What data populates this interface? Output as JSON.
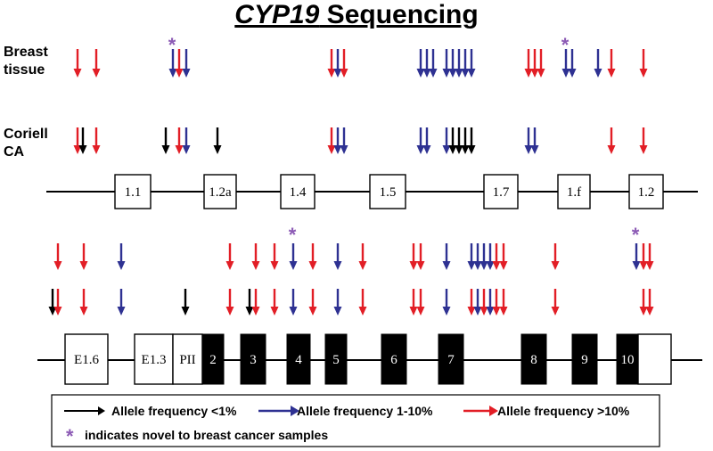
{
  "title": {
    "gene": "CYP19",
    "rest": " Sequencing"
  },
  "row_labels": {
    "breast": [
      "Breast",
      "tissue"
    ],
    "coriell": [
      "Coriell",
      "CA"
    ]
  },
  "colors": {
    "black": "#000000",
    "blue": "#2e3192",
    "red": "#e21e26",
    "star": "#8c5bb5"
  },
  "upper_map": {
    "exons": [
      "1.1",
      "1.2a",
      "1.4",
      "1.5",
      "1.7",
      "1.f",
      "1.2"
    ]
  },
  "lower_map": {
    "exons_white": [
      "E1.6",
      "E1.3",
      "PII"
    ],
    "exons_black": [
      "2",
      "3",
      "4",
      "5",
      "6",
      "7",
      "8",
      "9",
      "10"
    ]
  },
  "legend": {
    "black": "Allele frequency <1%",
    "blue": "Allele frequency 1-10%",
    "red": "Allele frequency >10%",
    "note": "indicates novel to breast cancer samples",
    "star": "*"
  }
}
